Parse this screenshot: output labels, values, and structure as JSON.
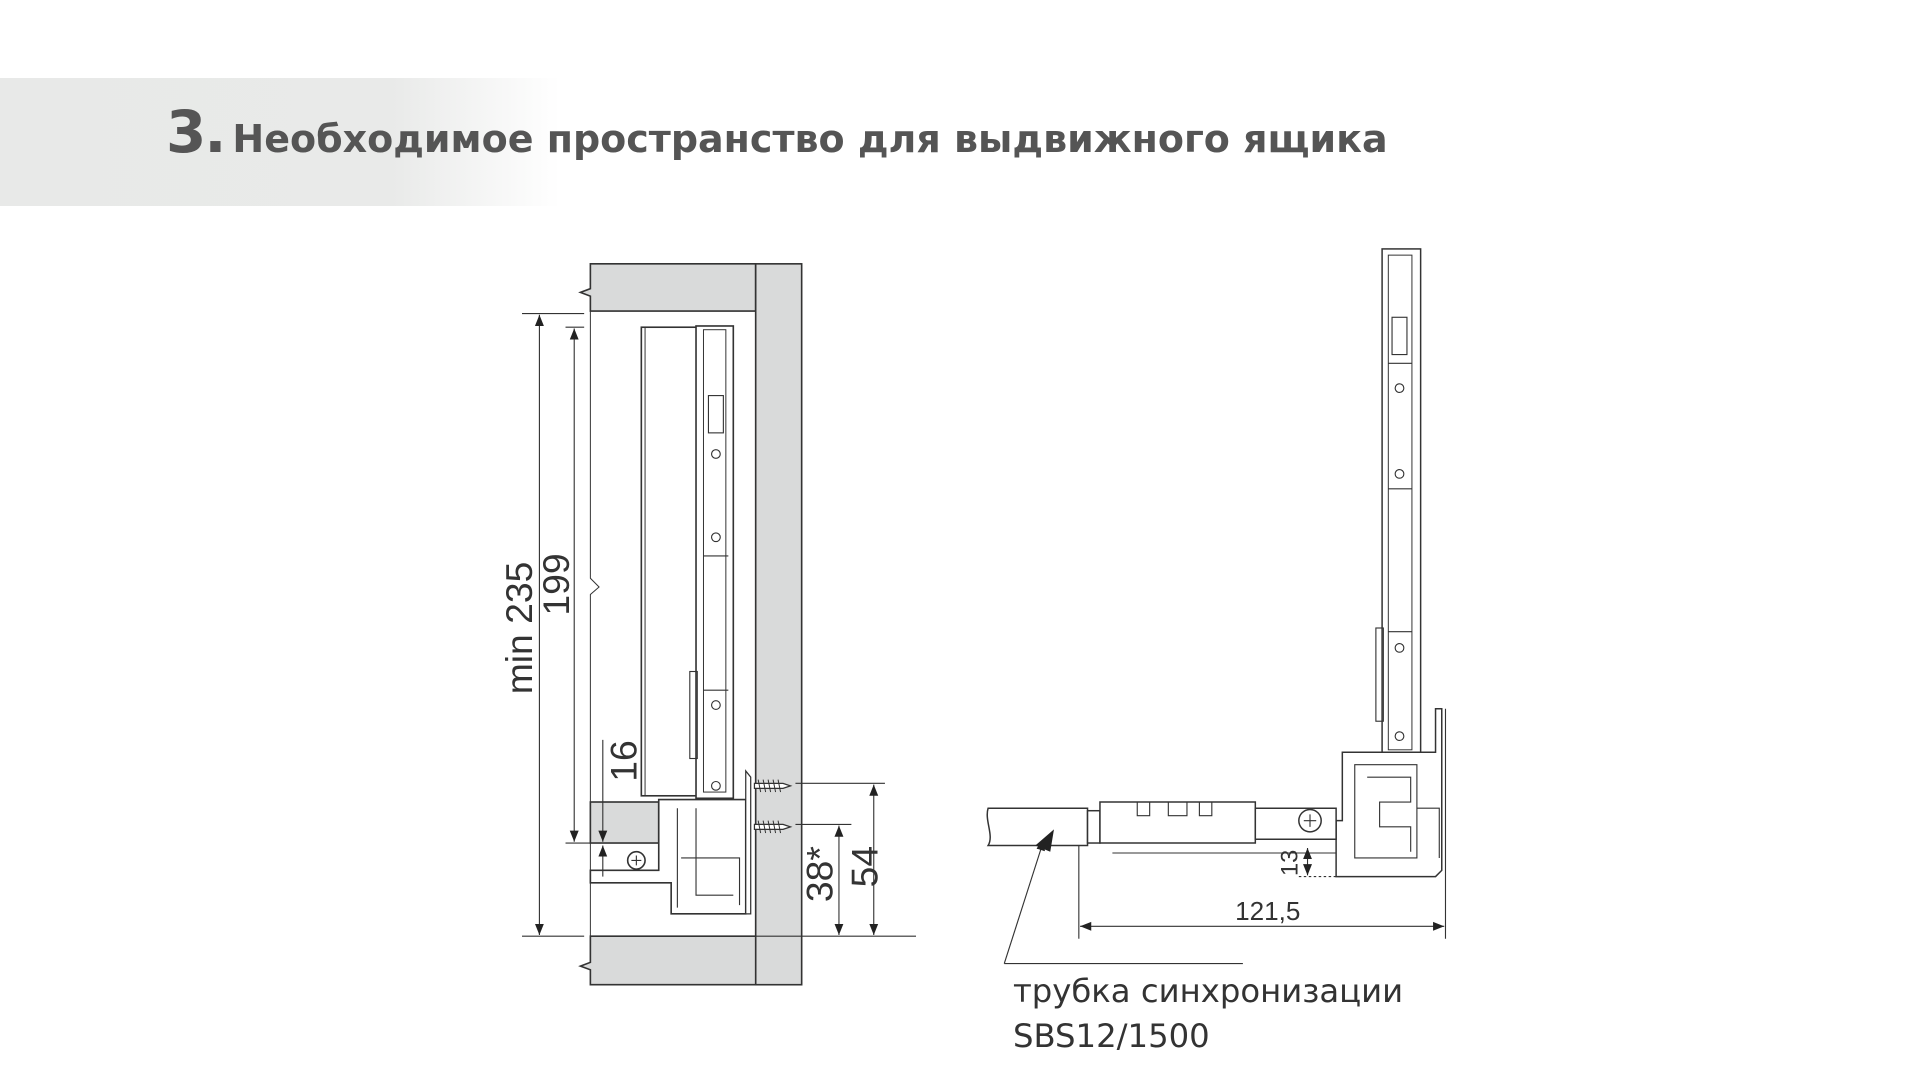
{
  "header": {
    "number": "3.",
    "title": "Необходимое пространство для выдвижного ящика"
  },
  "left_view": {
    "dim_min_height": "min 235",
    "dim_drawer_height": "199",
    "dim_bottom": "16",
    "dim_screw_low": "38*",
    "dim_screw_high": "54"
  },
  "right_view": {
    "dim_width": "121,5",
    "dim_offset": "13",
    "callout_line1": "трубка синхронизации",
    "callout_line2": "SBS12/1500"
  },
  "colors": {
    "panel": "#d9dada",
    "line": "#333333",
    "band": "#e8e9e8"
  }
}
